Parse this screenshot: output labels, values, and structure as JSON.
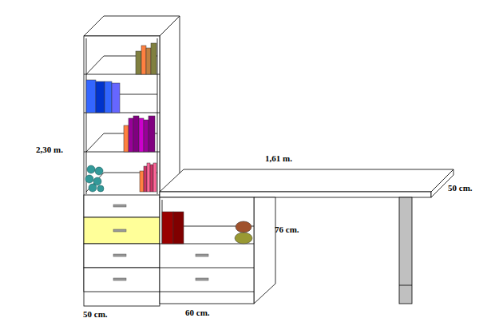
{
  "diagram": {
    "labels": [
      "2,30 m.",
      "1,61 m.",
      "50 cm.",
      "76 cm.",
      "50 cm.",
      "60 cm."
    ]
  }
}
